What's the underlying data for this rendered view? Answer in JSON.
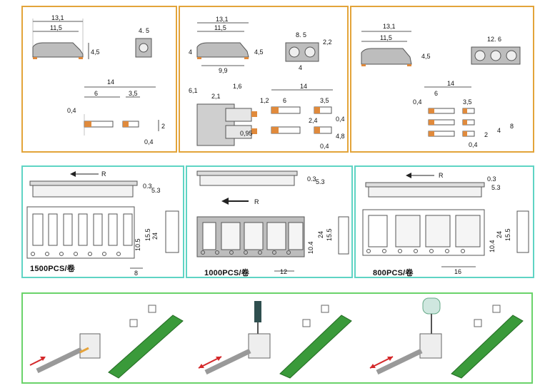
{
  "colors": {
    "top_border": "#e3a43a",
    "mid_border": "#5fd4c4",
    "bottom_border": "#6ad36a",
    "contact": "#e08a3c",
    "board": "#3a9a3a"
  },
  "panel1": {
    "d1": "13,1",
    "d2": "11,5",
    "d3": "4,5",
    "d4": "4. 5",
    "d5": "14",
    "d6": "6",
    "d7": "3,5",
    "d8": "0,4",
    "d9": "2",
    "d10": "0,4"
  },
  "panel2": {
    "d1": "13,1",
    "d2": "11,5",
    "d3": "4",
    "d4": "4,5",
    "d5": "9,9",
    "d6": "8. 5",
    "d7": "2,2",
    "d8": "4",
    "d9": "14",
    "d10": "6,1",
    "d11": "2,1",
    "d12": "1,6",
    "d13": "1,2",
    "d14": "0,95",
    "d15": "6",
    "d16": "3,5",
    "d17": "0,4",
    "d18": "0,4",
    "d19": "2,4",
    "d20": "4,8"
  },
  "panel3": {
    "d1": "13,1",
    "d2": "11,5",
    "d3": "4,5",
    "d4": "12. 6",
    "d5": "14",
    "d6": "6",
    "d7": "0,4",
    "d8": "3,5",
    "d9": "8",
    "d10": "4",
    "d11": "2",
    "d12": "0,4"
  },
  "tape1": {
    "arrow": "R",
    "h1": "0.3",
    "h2": "5.3",
    "w1": "24",
    "w2": "15.5",
    "w3": "10.5",
    "pitch": "8",
    "qty": "1500PCS/卷"
  },
  "tape2": {
    "arrow": "R",
    "h1": "0.3",
    "h2": "5.3",
    "w1": "24",
    "w2": "15.5",
    "w3": "10.4",
    "pitch": "12",
    "qty": "1000PCS/卷"
  },
  "tape3": {
    "arrow": "R",
    "h1": "0.3",
    "h2": "5.3",
    "w1": "24",
    "w2": "15.5",
    "w3": "10.4",
    "pitch": "16",
    "qty": "800PCS/卷"
  }
}
